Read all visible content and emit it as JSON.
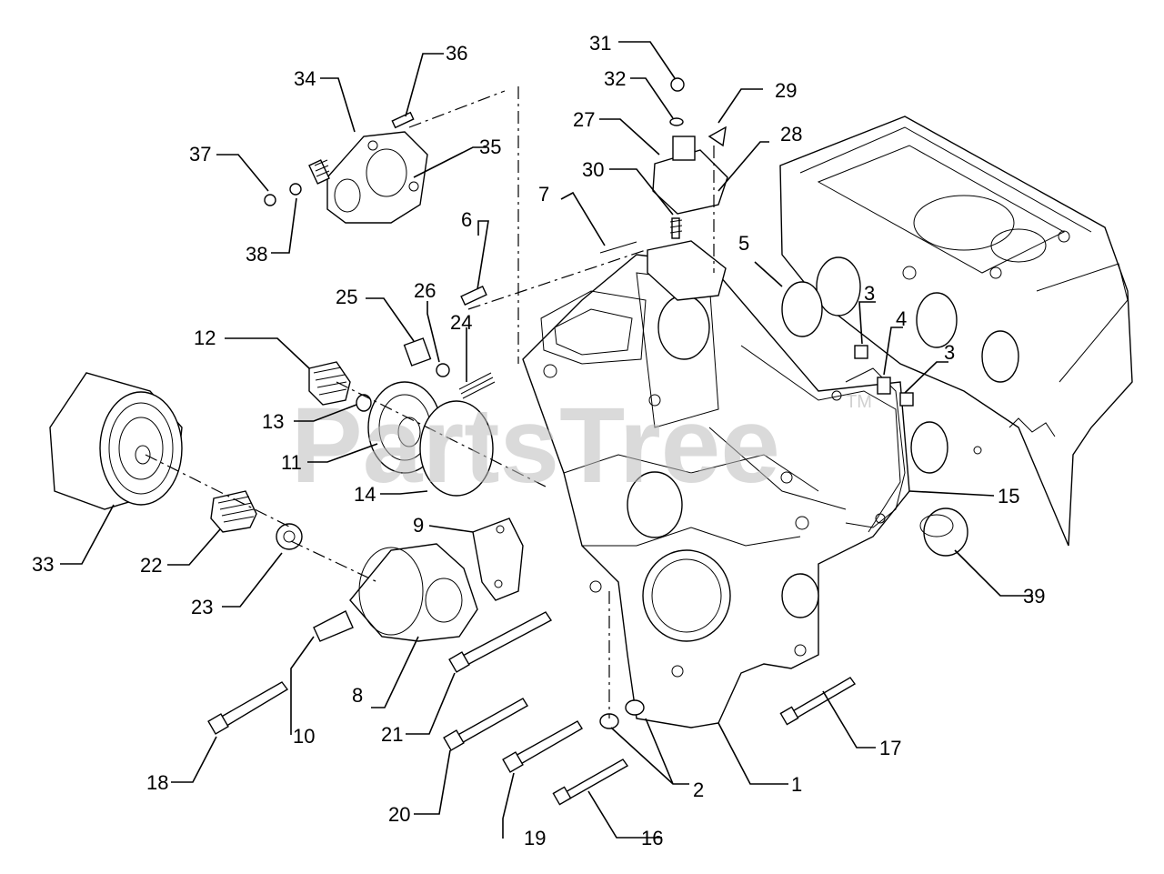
{
  "watermark": {
    "text": "PartsTree",
    "tm": "TM"
  },
  "callouts": [
    {
      "id": "c1",
      "label": "1"
    },
    {
      "id": "c2",
      "label": "2"
    },
    {
      "id": "c3a",
      "label": "3"
    },
    {
      "id": "c3b",
      "label": "3"
    },
    {
      "id": "c4",
      "label": "4"
    },
    {
      "id": "c5",
      "label": "5"
    },
    {
      "id": "c6",
      "label": "6"
    },
    {
      "id": "c7",
      "label": "7"
    },
    {
      "id": "c8",
      "label": "8"
    },
    {
      "id": "c9",
      "label": "9"
    },
    {
      "id": "c10",
      "label": "10"
    },
    {
      "id": "c11",
      "label": "11"
    },
    {
      "id": "c12",
      "label": "12"
    },
    {
      "id": "c13",
      "label": "13"
    },
    {
      "id": "c14",
      "label": "14"
    },
    {
      "id": "c15",
      "label": "15"
    },
    {
      "id": "c16",
      "label": "16"
    },
    {
      "id": "c17",
      "label": "17"
    },
    {
      "id": "c18",
      "label": "18"
    },
    {
      "id": "c19",
      "label": "19"
    },
    {
      "id": "c20",
      "label": "20"
    },
    {
      "id": "c21",
      "label": "21"
    },
    {
      "id": "c22",
      "label": "22"
    },
    {
      "id": "c23",
      "label": "23"
    },
    {
      "id": "c24",
      "label": "24"
    },
    {
      "id": "c25",
      "label": "25"
    },
    {
      "id": "c26",
      "label": "26"
    },
    {
      "id": "c27",
      "label": "27"
    },
    {
      "id": "c28",
      "label": "28"
    },
    {
      "id": "c29",
      "label": "29"
    },
    {
      "id": "c30",
      "label": "30"
    },
    {
      "id": "c31",
      "label": "31"
    },
    {
      "id": "c32",
      "label": "32"
    },
    {
      "id": "c33",
      "label": "33"
    },
    {
      "id": "c34",
      "label": "34"
    },
    {
      "id": "c35",
      "label": "35"
    },
    {
      "id": "c36",
      "label": "36"
    },
    {
      "id": "c37",
      "label": "37"
    },
    {
      "id": "c38",
      "label": "38"
    },
    {
      "id": "c39",
      "label": "39"
    }
  ]
}
